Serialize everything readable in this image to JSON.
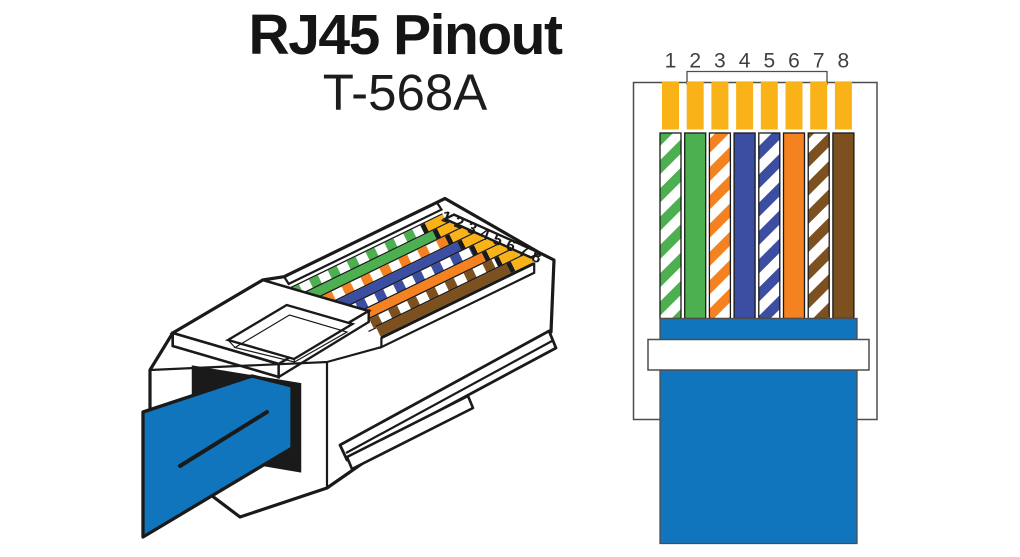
{
  "title": {
    "main": "RJ45 Pinout",
    "sub": "T-568A"
  },
  "colors": {
    "green": "#4CAF50",
    "orange": "#F58220",
    "blue": "#3B4EA1",
    "brown": "#7D511F",
    "gold": "#F9B218",
    "cable_blue": "#1075BC",
    "housing_outline": "#4D4D4D",
    "ink": "#1A1A1A",
    "number_ink": "#404040",
    "white": "#FFFFFF"
  },
  "wiring": {
    "standard": "T-568A",
    "pins": [
      {
        "number": "1",
        "color_name": "white-green",
        "base": "green",
        "striped": true
      },
      {
        "number": "2",
        "color_name": "green",
        "base": "green",
        "striped": false
      },
      {
        "number": "3",
        "color_name": "white-orange",
        "base": "orange",
        "striped": true
      },
      {
        "number": "4",
        "color_name": "blue",
        "base": "blue",
        "striped": false
      },
      {
        "number": "5",
        "color_name": "white-blue",
        "base": "blue",
        "striped": true
      },
      {
        "number": "6",
        "color_name": "orange",
        "base": "orange",
        "striped": false
      },
      {
        "number": "7",
        "color_name": "white-brown",
        "base": "brown",
        "striped": true
      },
      {
        "number": "8",
        "color_name": "brown",
        "base": "brown",
        "striped": false
      }
    ]
  }
}
